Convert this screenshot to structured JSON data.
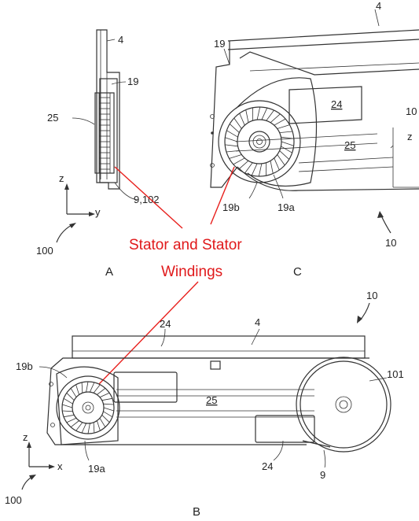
{
  "figure": {
    "callout": {
      "line1": "Stator and Stator",
      "line2": "Windings",
      "color": "#e0191b"
    },
    "view_a": {
      "letter": "A",
      "labels": {
        "housing": "4",
        "stator": "19",
        "rotor": "25",
        "refs": "9,102",
        "system": "100"
      },
      "axes": {
        "vertical": "z",
        "horizontal": "y"
      }
    },
    "view_c": {
      "letter": "C",
      "labels": {
        "housing": "4",
        "stator": "19",
        "cover": "24",
        "rotor": "25",
        "windings_a": "19a",
        "windings_b": "19b",
        "assembly": "10",
        "cut_ref": "10",
        "axis_z": "z"
      }
    },
    "view_b": {
      "letter": "B",
      "labels": {
        "housing": "4",
        "assembly": "10",
        "cover_top": "24",
        "rotor": "25",
        "cover_bottom": "24",
        "windings_b": "19b",
        "windings_a": "19a",
        "wheel": "101",
        "belt": "9",
        "system": "100"
      },
      "axes": {
        "vertical": "z",
        "horizontal": "x"
      }
    }
  }
}
